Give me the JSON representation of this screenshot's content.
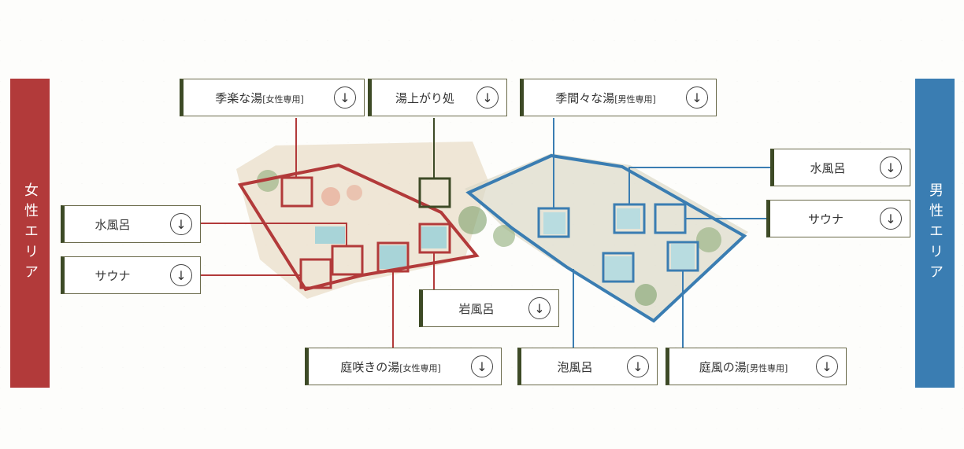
{
  "sides": {
    "women": "女性エリア",
    "men": "男性エリア"
  },
  "labels": {
    "shiraku": {
      "main": "季楽な湯",
      "sub": "[女性専用]"
    },
    "yuagari": {
      "main": "湯上がり処",
      "sub": ""
    },
    "kima": {
      "main": "季間々な湯",
      "sub": "[男性専用]"
    },
    "w_mizuburo": {
      "main": "水風呂",
      "sub": ""
    },
    "w_sauna": {
      "main": "サウナ",
      "sub": ""
    },
    "iwaburo": {
      "main": "岩風呂",
      "sub": ""
    },
    "niwasaki": {
      "main": "庭咲きの湯",
      "sub": "[女性専用]"
    },
    "awaburo": {
      "main": "泡風呂",
      "sub": ""
    },
    "niwakaze": {
      "main": "庭風の湯",
      "sub": "[男性専用]"
    },
    "m_mizuburo": {
      "main": "水風呂",
      "sub": ""
    },
    "m_sauna": {
      "main": "サウナ",
      "sub": ""
    }
  },
  "icons": {
    "arrow": "↓"
  },
  "colors": {
    "women": "#b23a3a",
    "men": "#3a7db2",
    "dark": "#3d4a26"
  }
}
